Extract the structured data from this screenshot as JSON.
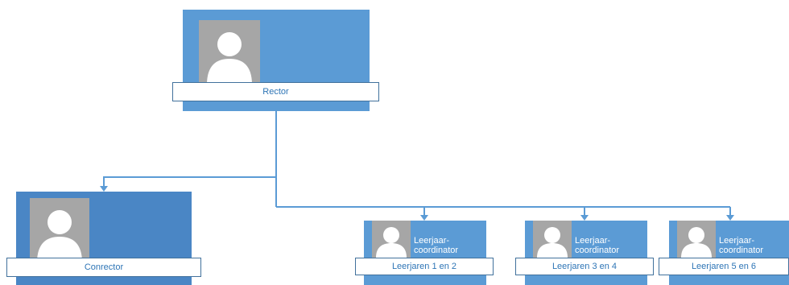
{
  "org_chart": {
    "connector_color": "#5b9bd5",
    "card_color": "#5b9bd5",
    "card_color_dark": "#4a86c5",
    "photo_placeholder_color": "#a6a6a6",
    "label_text_color": "#2e75b6",
    "nodes": {
      "rector": {
        "name": "Rector",
        "icon": "person-silhouette-icon"
      },
      "conrector": {
        "name": "Conrector",
        "icon": "person-silhouette-icon"
      },
      "coordinators": [
        {
          "role": "Leerjaar-\ncoordinator",
          "name": "Leerjaren 1 en 2",
          "icon": "person-silhouette-icon"
        },
        {
          "role": "Leerjaar-\ncoordinator",
          "name": "Leerjaren 3 en 4",
          "icon": "person-silhouette-icon"
        },
        {
          "role": "Leerjaar-\ncoordinator",
          "name": "Leerjaren 5 en 6",
          "icon": "person-silhouette-icon"
        }
      ]
    }
  }
}
